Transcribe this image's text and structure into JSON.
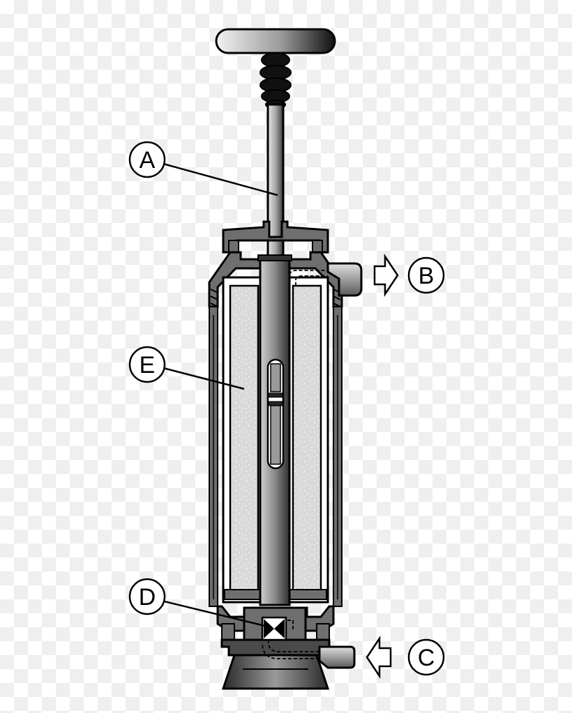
{
  "labels": {
    "A": "A",
    "B": "B",
    "C": "C",
    "D": "D",
    "E": "E"
  },
  "colors": {
    "body_gray": "#6f6f6f",
    "dark_gray": "#4a4a4a",
    "filter_fill": "#d9d9d9",
    "outline": "#000000"
  }
}
